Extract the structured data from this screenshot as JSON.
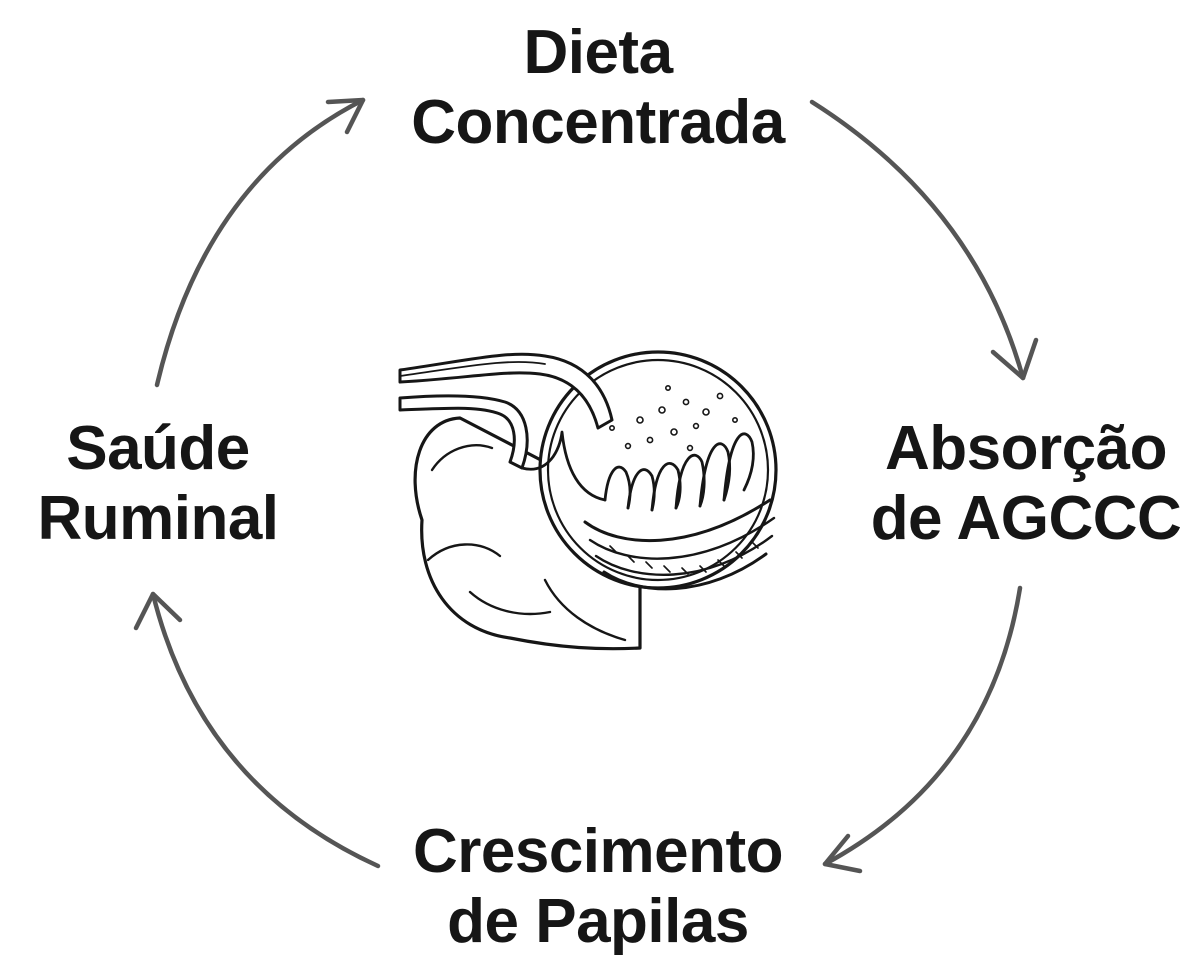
{
  "diagram": {
    "nodes": {
      "top": {
        "line1": "Dieta",
        "line2": "Concentrada"
      },
      "right": {
        "line1": "Absorção",
        "line2": "de AGCCC"
      },
      "bottom": {
        "line1": "Crescimento",
        "line2": "de Papilas"
      },
      "left": {
        "line1": "Saúde",
        "line2": "Ruminal"
      }
    },
    "arrow_color": "#555555",
    "ink_color": "#161616"
  }
}
